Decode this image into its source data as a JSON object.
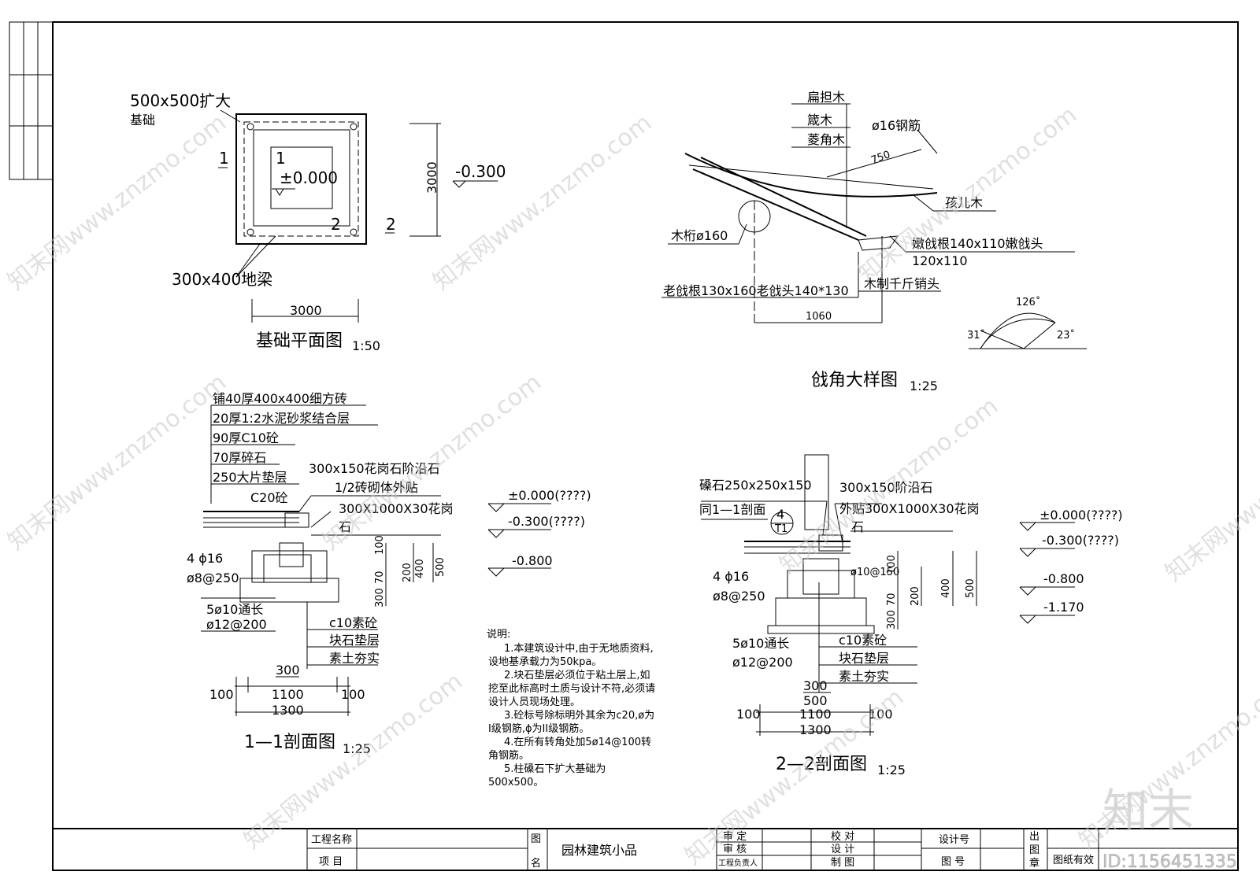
{
  "drawing": {
    "foundation_plan": {
      "title": "基础平面图",
      "scale": "1:50",
      "labels": {
        "footing": "500x500扩大",
        "footing2": "基础",
        "beam": "300x400地梁",
        "elev0": "±0.000",
        "elev_neg": "-0.300",
        "dim_w": "3000",
        "dim_h": "3000",
        "sec1": "1",
        "sec2": "2",
        "mark_a": "1",
        "mark_b": "2"
      }
    },
    "eave_detail": {
      "title": "戗角大样图",
      "scale": "1:25",
      "labels": {
        "l1": "扁担木",
        "l2": "箴木",
        "l3": "菱角木",
        "l4": "ø16钢筋",
        "l5": "孩儿木",
        "l6": "木桁ø160",
        "l7": "嫩戗根140x110嫩戗头",
        "l8": "120x110",
        "l9": "老戗根130x160老戗头140*130",
        "l10": "木制千斤销头",
        "d750": "750",
        "d1060": "1060",
        "a126": "126˚",
        "a31": "31˚",
        "a23": "23˚"
      }
    },
    "section_1": {
      "title": "1—1剖面图",
      "scale": "1:25",
      "labels": {
        "r1": "铺40厚400x400细方砖",
        "r2": "20厚1:2水泥砂浆结合层",
        "r3": "90厚C10砼",
        "r4": "70厚碎石",
        "r5": "250大片垫层",
        "r6": "C20砼",
        "r7": "300x150花岗石阶沿石",
        "r8": "1/2砖砌体外贴",
        "r9": "300X1000X30花岗",
        "r10": "石",
        "e1": "±0.000(????)",
        "e2": "-0.300(????)",
        "e3": "-0.800",
        "rb1": "4 ϕ16",
        "rb2": "ø8@250",
        "rb3": "5ø10通长",
        "rb4": "ø12@200",
        "b1": "c10素砼",
        "b2": "块石垫层",
        "b3": "素土夯实",
        "d100a": "100",
        "d200": "200",
        "d400": "400",
        "d500": "500",
        "d70": "70",
        "d300v": "300",
        "d300": "300",
        "d1100": "1100",
        "d100l": "100",
        "d100r": "100",
        "d1300": "1300"
      }
    },
    "section_2": {
      "title": "2—2剖面图",
      "scale": "1:25",
      "labels": {
        "r1": "磉石250x250x150",
        "r2": "300x150阶沿石",
        "r3": "同1—1剖面",
        "r3b": "4",
        "r3c": "T1",
        "r4": "外贴300X1000X30花岗",
        "r5": "石",
        "e1": "±0.000(????)",
        "e2": "-0.300(????)",
        "e3": "-0.800",
        "e4": "-1.170",
        "rb1": "4 ϕ16",
        "rb2": "ø8@250",
        "rb3": "ø10@150",
        "rb4": "5ø10通长",
        "rb5": "ø12@200",
        "b1": "c10素砼",
        "b2": "块石垫层",
        "b3": "素土夯实",
        "d100": "100",
        "d200": "200",
        "d400": "400",
        "d500v": "500",
        "d70": "70",
        "d300v": "300",
        "d300": "300",
        "d500": "500",
        "d1100": "1100",
        "d100l": "100",
        "d100r": "100",
        "d1300": "1300"
      }
    },
    "notes": {
      "head": "说明:",
      "lines": [
        "1.本建筑设计中,由于无地质资料,",
        "设地基承载力为50kpa。",
        "2.块石垫层必须位于粘土层上,如",
        "挖至此标高时土质与设计不符,必须请",
        "设计人员现场处理。",
        "3.砼标号除标明外其余为c20,ø为",
        "I级钢筋,ϕ为II级钢筋。",
        "4.在所有转角处加5ø14@100转",
        "角钢筋。",
        "5.柱磉石下扩大基础为",
        "500x500。"
      ]
    }
  },
  "title_block": {
    "project_name_label": "工程名称",
    "item_label": "项  目",
    "drawing_label_top": "图",
    "drawing_label_bot": "名",
    "drawing_name": "园林建筑小品",
    "approve": "审 定",
    "review": "审 核",
    "proj_lead": "工程负责人",
    "check": "校 对",
    "design": "设 计",
    "draft": "制 图",
    "design_no": "设计号",
    "drawing_no": "图 号",
    "stamp1": "出",
    "stamp2": "图",
    "stamp3": "章",
    "valid": "图纸有效",
    "id": "ID:1156451335"
  },
  "watermarks": {
    "site": "知末网www.znzmo.com",
    "logo": "知末"
  }
}
